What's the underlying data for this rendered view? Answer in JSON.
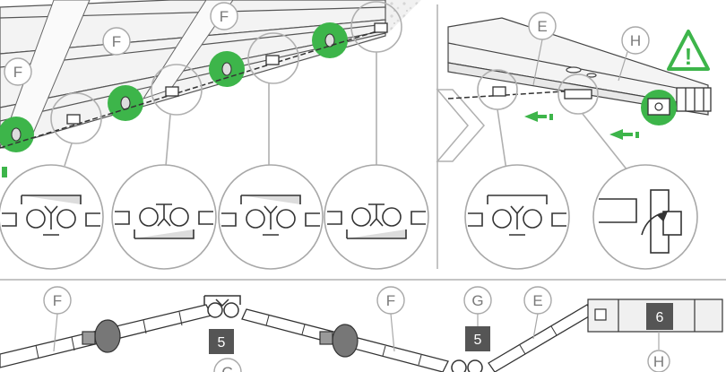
{
  "labels": {
    "F": "F",
    "E": "E",
    "H": "H",
    "G": "G"
  },
  "steps": {
    "five": "5",
    "six": "6"
  },
  "warning_symbol": "!",
  "colors": {
    "accent_green": "#3db54a",
    "line_gray": "#a8a8a8",
    "stroke_dark": "#333333",
    "step_box": "#555555"
  },
  "icons": [
    "warning-triangle-icon",
    "arrow-left-icon",
    "chevron-right-icon"
  ]
}
